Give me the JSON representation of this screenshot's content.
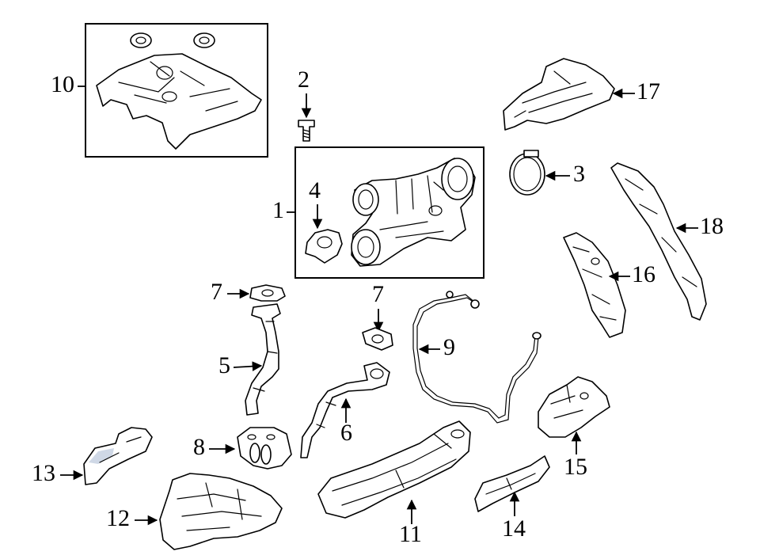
{
  "colors": {
    "line": "#000000",
    "background": "#ffffff",
    "highlight": "#cfd8e6"
  },
  "callouts": {
    "c1": "1",
    "c2": "2",
    "c3": "3",
    "c4": "4",
    "c5": "5",
    "c6": "6",
    "c7a": "7",
    "c7b": "7",
    "c8": "8",
    "c9": "9",
    "c10": "10",
    "c11": "11",
    "c12": "12",
    "c13": "13",
    "c14": "14",
    "c15": "15",
    "c16": "16",
    "c17": "17",
    "c18": "18"
  }
}
